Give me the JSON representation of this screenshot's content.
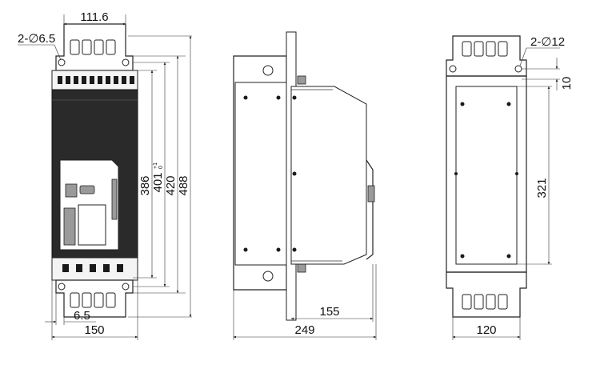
{
  "dimensions": {
    "front_top_width": "111.6",
    "mount_hole": "2-∅6.5",
    "front_h1": "386",
    "front_h2": "401",
    "front_h2_tol_upper": "+1",
    "front_h2_tol_lower": "0",
    "front_h3": "420",
    "front_h4": "488",
    "front_offset": "6.5",
    "front_width": "150",
    "side_depth_mount": "155",
    "side_depth": "249",
    "back_hole": "2-∅12",
    "back_offset": "10",
    "back_height": "321",
    "back_width": "120"
  }
}
